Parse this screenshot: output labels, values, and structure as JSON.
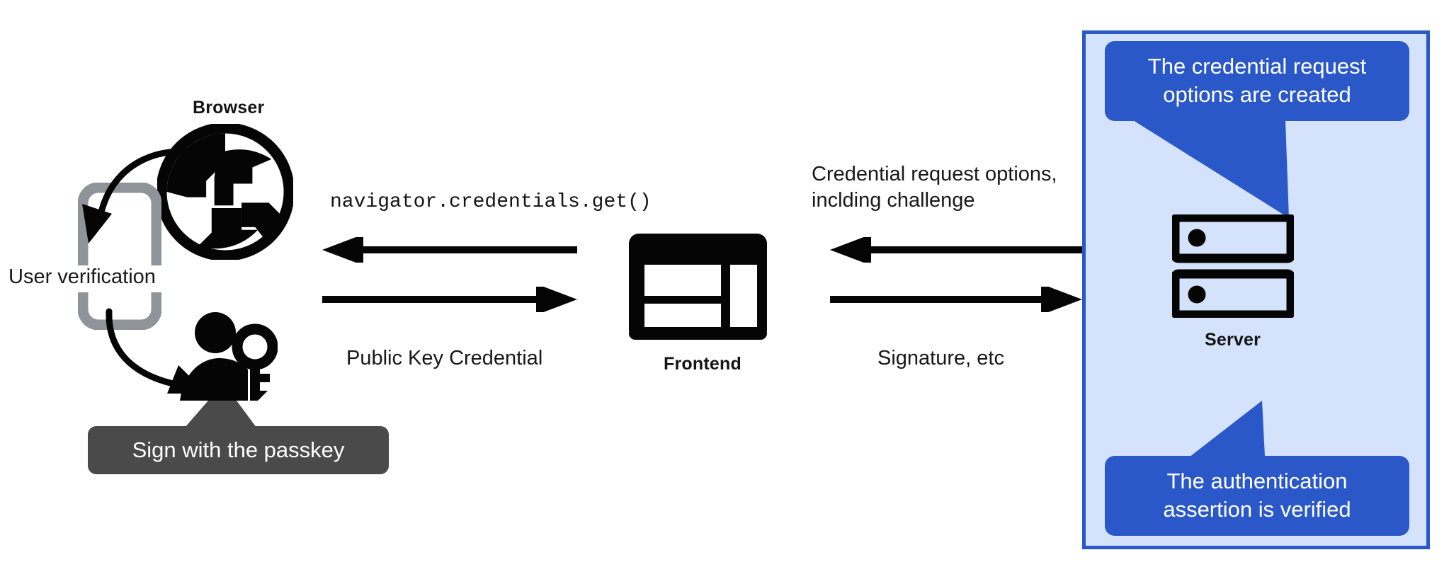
{
  "diagram": {
    "title": "WebAuthn passkey authentication flow",
    "colors": {
      "panel_fill": "#d4e2fc",
      "panel_border": "#2b57c7",
      "callout_blue": "#2a58c8",
      "tooltip_gray": "#4a4a4a",
      "phone_gray": "#8e9499",
      "ink": "#141414"
    },
    "nodes": {
      "browser": {
        "label": "Browser",
        "icon": "globe-icon"
      },
      "phone": {
        "icon": "smartphone-icon"
      },
      "user": {
        "icon": "person-with-key-icon"
      },
      "frontend": {
        "label": "Frontend",
        "icon": "web-layout-icon"
      },
      "server": {
        "label": "Server",
        "icon": "server-racks-icon"
      }
    },
    "annotations": {
      "user_verification": "User verification",
      "sign_with_passkey": "Sign with the passkey"
    },
    "flows": {
      "browser_to_frontend_label": "navigator.credentials.get()",
      "frontend_to_browser_label": "Public Key Credential",
      "server_to_frontend_label": "Credential request options,\ninclding challenge",
      "frontend_to_server_label": "Signature, etc"
    },
    "callouts": {
      "top": "The credential request\noptions are created",
      "bottom": "The authentication\nassertion is verified"
    }
  }
}
